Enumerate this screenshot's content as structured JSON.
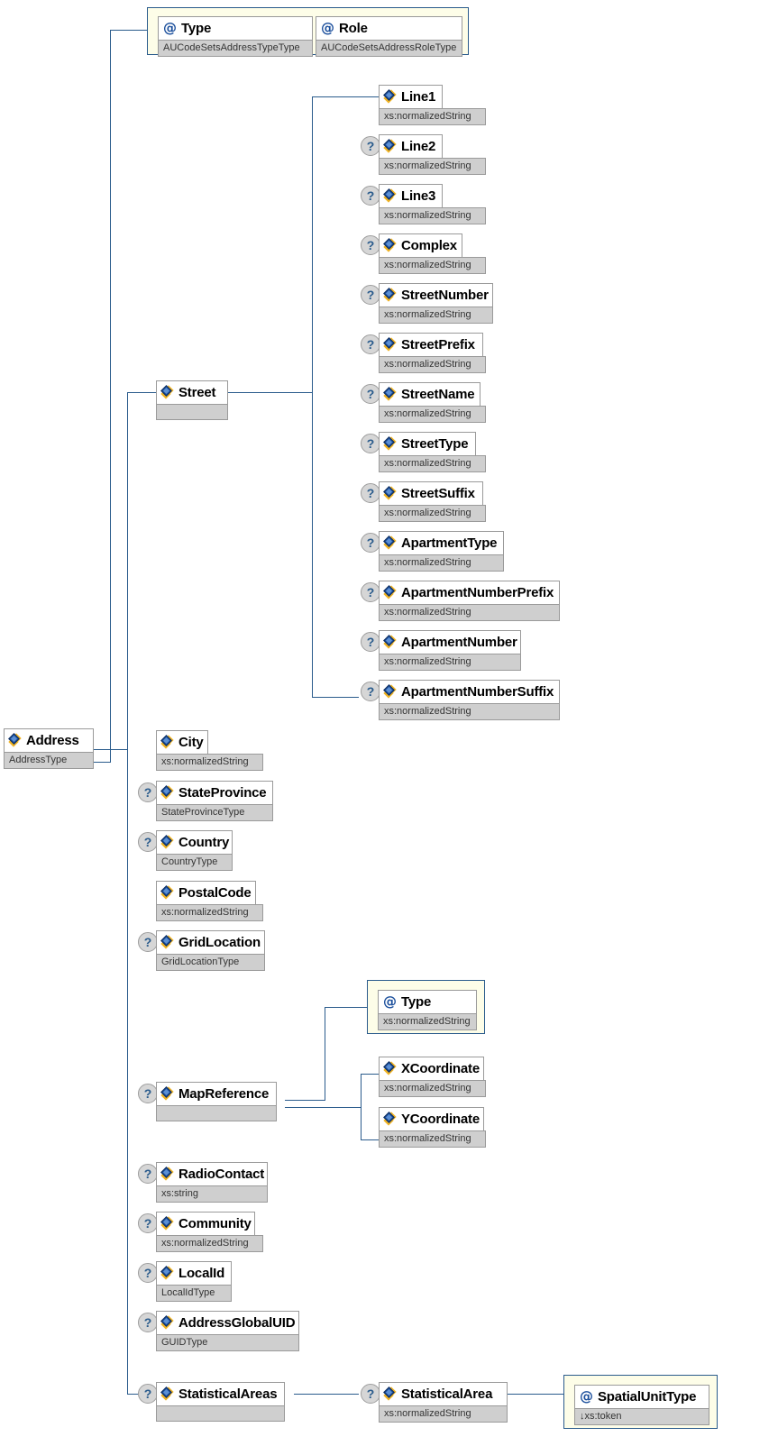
{
  "diagram": {
    "title": "Address element XSD structure diagram",
    "root": {
      "name": "Address",
      "type": "AddressType",
      "kind": "element",
      "icon": "element-icon"
    },
    "colors": {
      "line": "#2a5b8c",
      "attr_container_bg": "#fdfde8",
      "name_bar_bg": "#ffffff",
      "type_bar_bg": "#cfcfcf",
      "box_border": "#9a9a9a",
      "icon_blue": "#1b4f9c",
      "icon_gold": "#f0b323",
      "optional_marker_bg": "#d6d6d6"
    },
    "markers": {
      "optional": "?"
    },
    "address_attributes": [
      {
        "name": "Type",
        "type": "AUCodeSetsAddressTypeType",
        "kind": "attribute",
        "icon": "at-sign-icon"
      },
      {
        "name": "Role",
        "type": "AUCodeSetsAddressRoleType",
        "kind": "attribute",
        "icon": "at-sign-icon"
      }
    ],
    "street": {
      "name": "Street",
      "type": "",
      "kind": "element",
      "optional": false,
      "icon": "element-icon"
    },
    "street_children": [
      {
        "name": "Line1",
        "type": "xs:normalizedString",
        "optional": false
      },
      {
        "name": "Line2",
        "type": "xs:normalizedString",
        "optional": true
      },
      {
        "name": "Line3",
        "type": "xs:normalizedString",
        "optional": true
      },
      {
        "name": "Complex",
        "type": "xs:normalizedString",
        "optional": true
      },
      {
        "name": "StreetNumber",
        "type": "xs:normalizedString",
        "optional": true
      },
      {
        "name": "StreetPrefix",
        "type": "xs:normalizedString",
        "optional": true
      },
      {
        "name": "StreetName",
        "type": "xs:normalizedString",
        "optional": true
      },
      {
        "name": "StreetType",
        "type": "xs:normalizedString",
        "optional": true
      },
      {
        "name": "StreetSuffix",
        "type": "xs:normalizedString",
        "optional": true
      },
      {
        "name": "ApartmentType",
        "type": "xs:normalizedString",
        "optional": true
      },
      {
        "name": "ApartmentNumberPrefix",
        "type": "xs:normalizedString",
        "optional": true
      },
      {
        "name": "ApartmentNumber",
        "type": "xs:normalizedString",
        "optional": true
      },
      {
        "name": "ApartmentNumberSuffix",
        "type": "xs:normalizedString",
        "optional": true
      }
    ],
    "address_children": [
      {
        "name": "City",
        "type": "xs:normalizedString",
        "optional": false
      },
      {
        "name": "StateProvince",
        "type": "StateProvinceType",
        "optional": true
      },
      {
        "name": "Country",
        "type": "CountryType",
        "optional": true
      },
      {
        "name": "PostalCode",
        "type": "xs:normalizedString",
        "optional": false
      },
      {
        "name": "GridLocation",
        "type": "GridLocationType",
        "optional": true
      },
      {
        "name": "MapReference",
        "type": "",
        "optional": true
      },
      {
        "name": "RadioContact",
        "type": "xs:string",
        "optional": true
      },
      {
        "name": "Community",
        "type": "xs:normalizedString",
        "optional": true
      },
      {
        "name": "LocalId",
        "type": "LocalIdType",
        "optional": true
      },
      {
        "name": "AddressGlobalUID",
        "type": "GUIDType",
        "optional": true
      },
      {
        "name": "StatisticalAreas",
        "type": "",
        "optional": true
      }
    ],
    "mapreference_attributes": [
      {
        "name": "Type",
        "type": "xs:normalizedString",
        "kind": "attribute",
        "icon": "at-sign-icon"
      }
    ],
    "mapreference_children": [
      {
        "name": "XCoordinate",
        "type": "xs:normalizedString",
        "optional": false
      },
      {
        "name": "YCoordinate",
        "type": "xs:normalizedString",
        "optional": false
      }
    ],
    "statistical_area": {
      "name": "StatisticalArea",
      "type": "xs:normalizedString",
      "optional": true
    },
    "statistical_area_attributes": [
      {
        "name": "SpatialUnitType",
        "type": "↓xs:token",
        "kind": "attribute",
        "icon": "at-sign-icon"
      }
    ]
  }
}
